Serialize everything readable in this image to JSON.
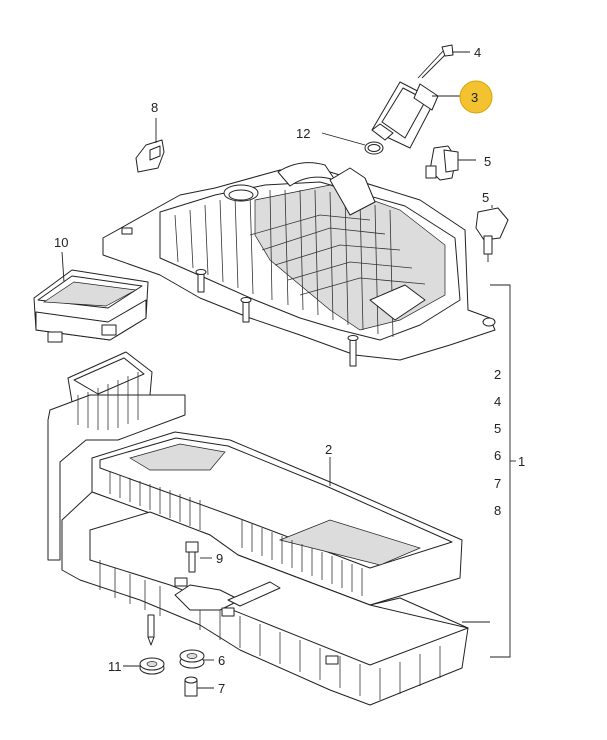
{
  "callouts": {
    "c1": "1",
    "c2": "2",
    "c3": "3",
    "c4_top": "4",
    "c5_a": "5",
    "c5_b": "5",
    "c6": "6",
    "c7": "7",
    "c8": "8",
    "c9": "9",
    "c10": "10",
    "c11": "11",
    "c12": "12"
  },
  "bracket_list": [
    "2",
    "4",
    "5",
    "6",
    "7",
    "8"
  ],
  "highlight": {
    "callout": "3",
    "color": "#f2c230"
  }
}
